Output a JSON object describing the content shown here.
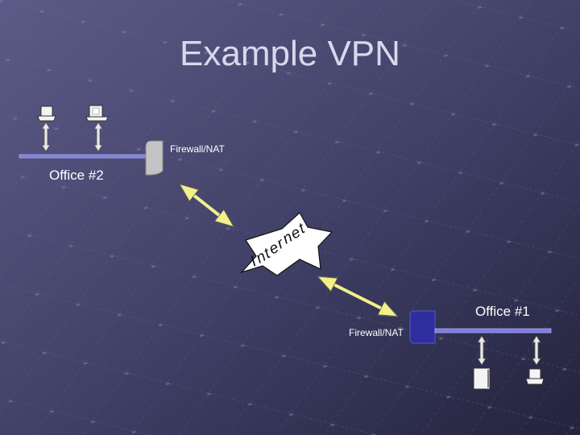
{
  "slide": {
    "title": "Example VPN",
    "office2_label": "Office #2",
    "office1_label": "Office #1",
    "firewall2_label": "Firewall/NAT",
    "firewall1_label": "Firewall/NAT",
    "internet_label": [
      "I",
      "n",
      "t",
      "e",
      "r",
      "n",
      "e",
      "t"
    ]
  },
  "colors": {
    "background_top": "#5a5a85",
    "background_bottom": "#24243f",
    "lan_bar": "#7c7ce0",
    "firewall_office2": "#c4c4c4",
    "firewall_office1": "#2e2e9e",
    "tunnel": "#f3f08a",
    "burst": "#ffffff"
  },
  "icons": {
    "office2_hosts": [
      "computer-icon",
      "laptop-icon"
    ],
    "office1_hosts": [
      "server-tower-icon",
      "computer-icon"
    ],
    "internet": "starburst-icon"
  }
}
